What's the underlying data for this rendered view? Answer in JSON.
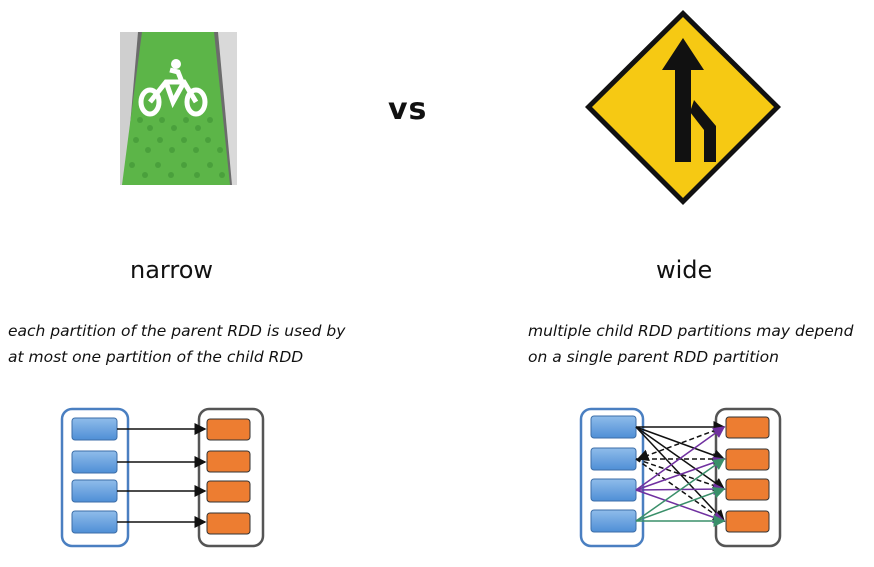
{
  "separator": "vs",
  "narrow": {
    "title": "narrow",
    "description": [
      "each partition of the parent RDD is used by",
      "at most one partition of the child RDD"
    ]
  },
  "wide": {
    "title": "wide",
    "description": [
      "multiple child RDD partitions may depend",
      "on a single parent RDD partition"
    ]
  },
  "colors": {
    "parent_partition": "#5b9bd5",
    "child_partition": "#ed7d31",
    "parent_border": "#4a7fc1",
    "child_border": "#555555",
    "purple_arrow": "#7030a0",
    "green_arrow": "#3a8f6a",
    "bike_lane": "#5cb548",
    "sign": "#f6c913"
  },
  "icons": {
    "narrow": "bike-lane-image",
    "wide": "merge-road-sign"
  }
}
